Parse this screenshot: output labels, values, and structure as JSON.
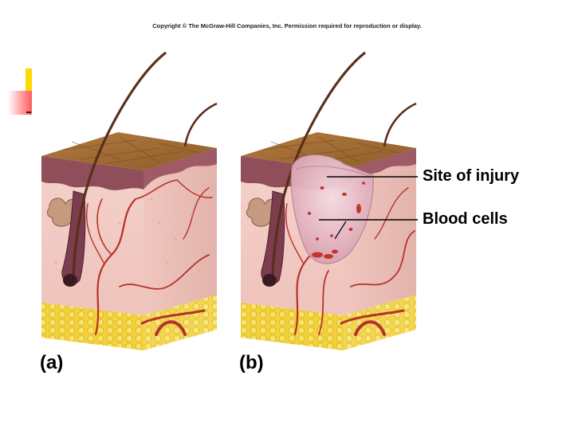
{
  "copyright": "Copyright © The McGraw-Hill Companies, Inc. Permission required for reproduction or display.",
  "panels": [
    {
      "label": "(a)"
    },
    {
      "label": "(b)"
    }
  ],
  "callouts": [
    {
      "text": "Site of injury"
    },
    {
      "text": "Blood cells"
    }
  ],
  "colors": {
    "epidermis": "#9c6a33",
    "dermis": "#f2cfc8",
    "fat": "#f3d23c",
    "vessel": "#b5332a",
    "hair": "#5a2f1c",
    "accent_yellow": "#ffd800",
    "accent_red": "#ff5a5a"
  }
}
